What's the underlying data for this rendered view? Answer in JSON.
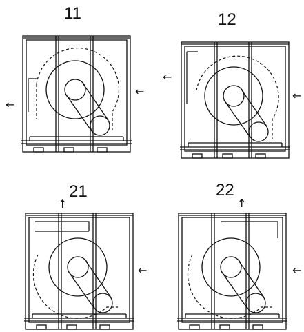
{
  "diagrams": [
    {
      "label": "11"
    },
    {
      "label": "12"
    },
    {
      "label": "21"
    },
    {
      "label": "22"
    }
  ],
  "colors": {
    "line": "#111111",
    "background": "#ffffff"
  },
  "icons": {
    "airflow": "arrow-icon"
  }
}
